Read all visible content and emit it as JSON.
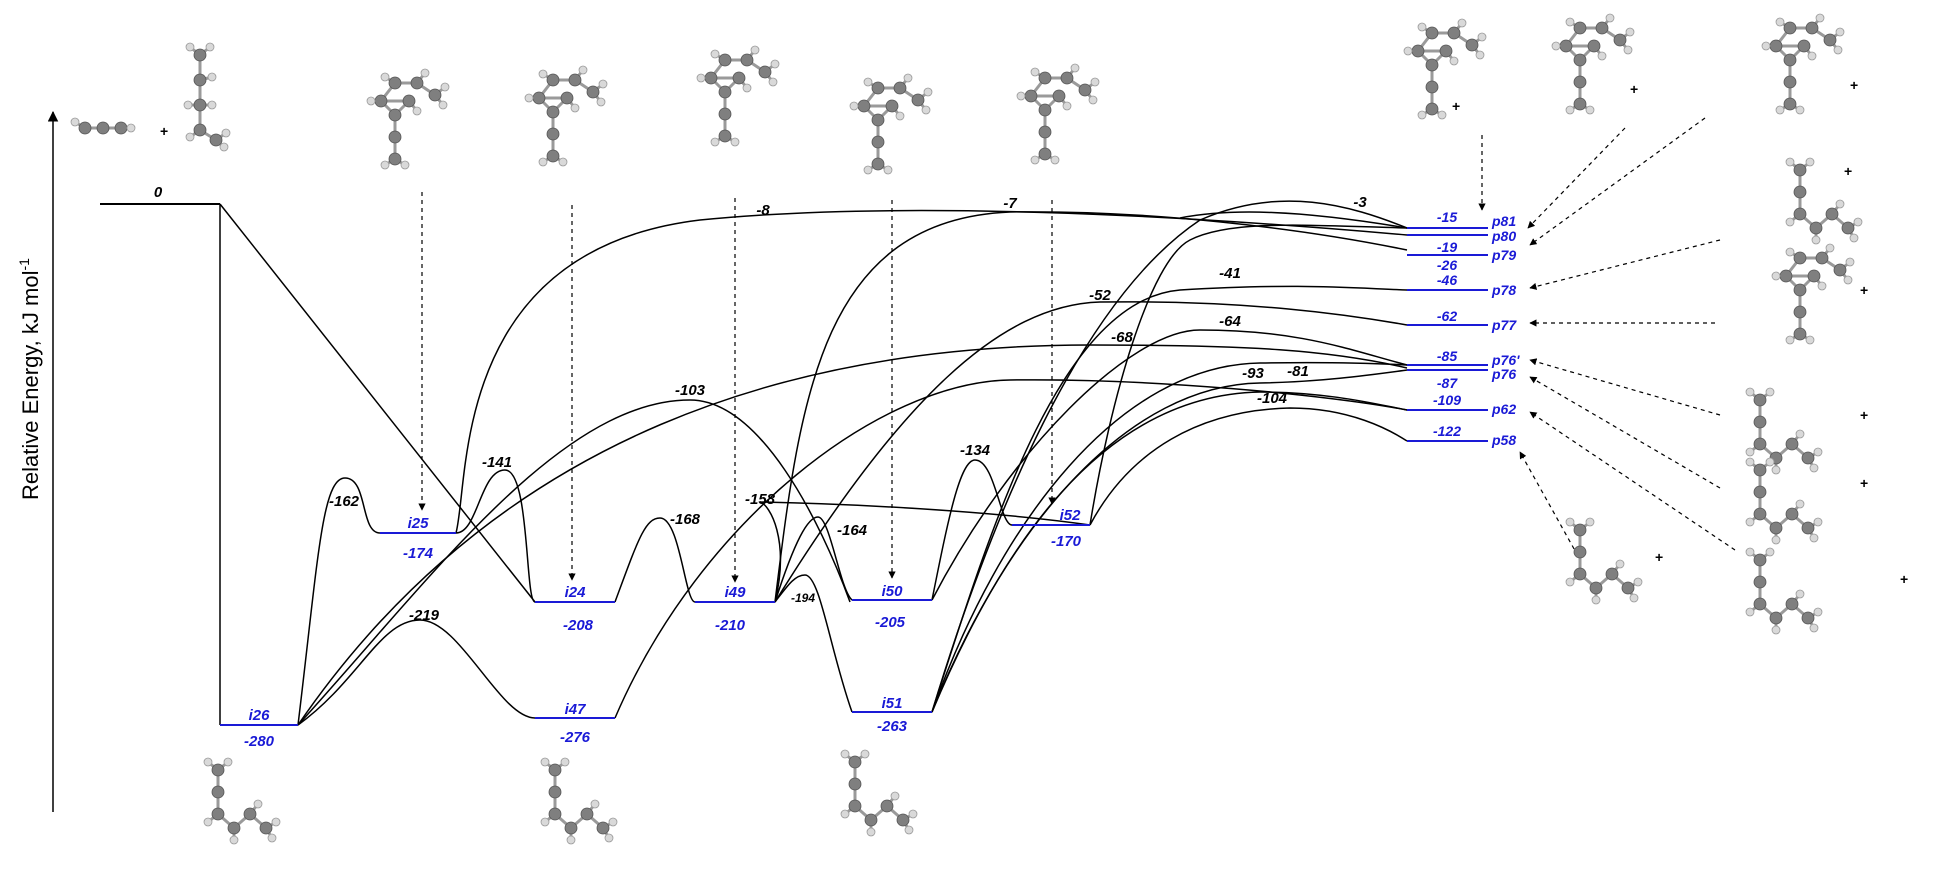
{
  "axis": {
    "ylabel": "Relative Energy, kJ mol",
    "ylabel_sup": "-1"
  },
  "colors": {
    "level": "#1a1ad6",
    "level_text": "#1a1ad6",
    "curve": "#000000",
    "atom_c": "#7f7f7f",
    "atom_h": "#d9d9d9"
  },
  "reactant": {
    "energy": "0",
    "plus": "+"
  },
  "intermediates": [
    {
      "id": "i26",
      "name": "i26",
      "energy": "-280"
    },
    {
      "id": "i25",
      "name": "i25",
      "energy": "-174"
    },
    {
      "id": "i24",
      "name": "i24",
      "energy": "-208"
    },
    {
      "id": "i47",
      "name": "i47",
      "energy": "-276"
    },
    {
      "id": "i49",
      "name": "i49",
      "energy": "-210"
    },
    {
      "id": "i50",
      "name": "i50",
      "energy": "-205"
    },
    {
      "id": "i51",
      "name": "i51",
      "energy": "-263"
    },
    {
      "id": "i52",
      "name": "i52",
      "energy": "-170"
    }
  ],
  "products": [
    {
      "id": "p81",
      "name": "p81",
      "energy": "-15"
    },
    {
      "id": "p80",
      "name": "p80",
      "energy": "-19"
    },
    {
      "id": "p79",
      "name": "p79",
      "energy": "-26"
    },
    {
      "id": "p78",
      "name": "p78",
      "energy": "-46"
    },
    {
      "id": "p77",
      "name": "p77",
      "energy": "-62"
    },
    {
      "id": "p76p",
      "name": "p76'",
      "energy": "-85"
    },
    {
      "id": "p76",
      "name": "p76",
      "energy": "-87"
    },
    {
      "id": "p62",
      "name": "p62",
      "energy": "-109"
    },
    {
      "id": "p58",
      "name": "p58",
      "energy": "-122"
    }
  ],
  "transition_states": [
    "-162",
    "-141",
    "-103",
    "-219",
    "-168",
    "-158",
    "-164",
    "-194",
    "-134",
    "-8",
    "-7",
    "-3",
    "-52",
    "-41",
    "-68",
    "-64",
    "-93",
    "-81",
    "-104"
  ],
  "plus_sign": "+"
}
